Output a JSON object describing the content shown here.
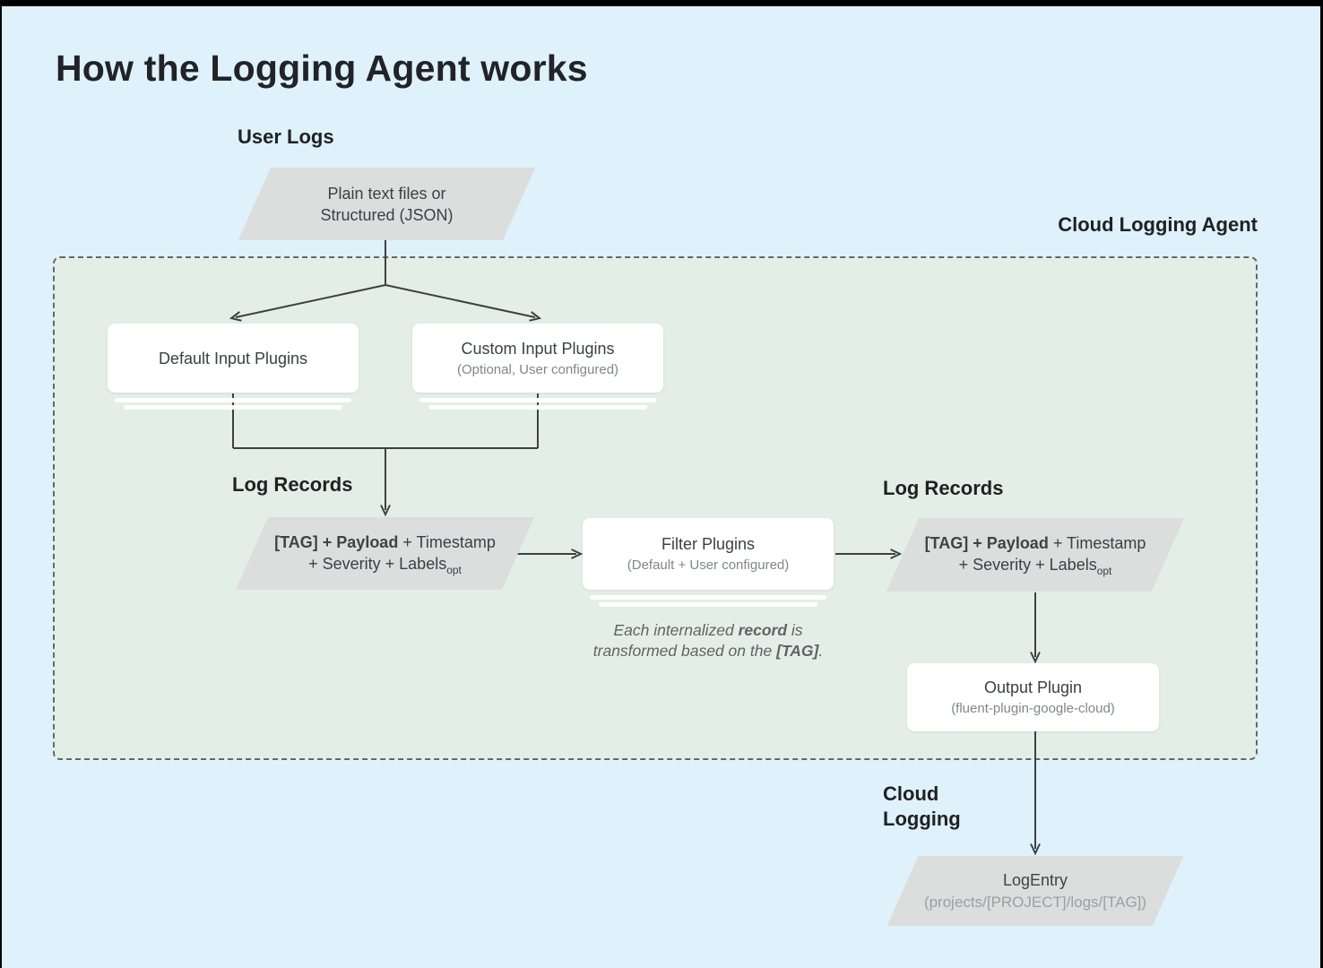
{
  "title": "How the Logging Agent works",
  "labels": {
    "user_logs": "User Logs",
    "cloud_logging_agent": "Cloud Logging Agent",
    "log_records": "Log Records",
    "cloud_logging": "Cloud Logging"
  },
  "nodes": {
    "user_logs_source": {
      "line1": "Plain text files or",
      "line2": "Structured (JSON)"
    },
    "default_input": {
      "title": "Default Input Plugins"
    },
    "custom_input": {
      "title": "Custom Input Plugins",
      "subtitle": "(Optional, User configured)"
    },
    "log_record": {
      "line1_bold": "[TAG] + Payload",
      "line1_rest": " + Timestamp",
      "line2": "+ Severity + Labels",
      "line2_subscript": "opt"
    },
    "filter_plugins": {
      "title": "Filter Plugins",
      "subtitle": "(Default + User configured)"
    },
    "output_plugin": {
      "title": "Output Plugin",
      "subtitle": "(fluent-plugin-google-cloud)"
    },
    "log_entry": {
      "title": "LogEntry",
      "subtitle": "(projects/[PROJECT]/logs/[TAG])"
    }
  },
  "caption": {
    "part1": "Each internalized ",
    "bold1": "record",
    "part2": " is",
    "part3": "transformed based on the ",
    "bold2": "[TAG]",
    "part4": "."
  },
  "colors": {
    "background": "#dff1fa",
    "agent_box_fill": "#e3efe6",
    "agent_box_border": "#63676b",
    "parallelogram_fill": "#dcdddd",
    "node_fill": "#ffffff",
    "line": "#3d4043",
    "text_primary": "#3c4043",
    "text_secondary": "#80868b",
    "text_title": "#212328",
    "text_caption": "#5f6368",
    "text_muted": "#9aa0a6"
  }
}
